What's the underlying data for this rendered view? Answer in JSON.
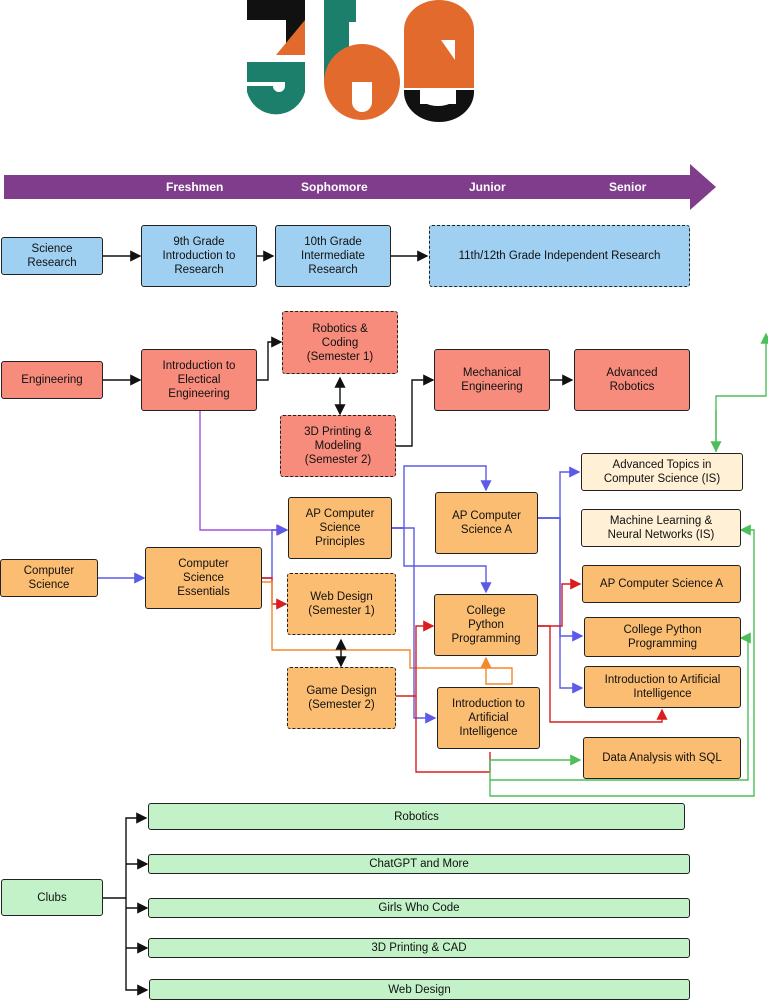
{
  "logo": {
    "text": "360",
    "colors": {
      "teal": "#1b7f6b",
      "orange": "#e26a2c",
      "black": "#111111"
    }
  },
  "timeline": {
    "color": "#7f3d8c",
    "grades": [
      "Freshmen",
      "Sophomore",
      "Junior",
      "Senior"
    ]
  },
  "colors": {
    "research": "#9fd0f2",
    "engineering": "#f78c7c",
    "cs": "#fbbd71",
    "is_course": "#fff0d6",
    "clubs": "#c3f2c8",
    "arrow_black": "#111111",
    "arrow_blue": "#5b5be8",
    "arrow_purple": "#a64fe0",
    "arrow_orange": "#f28a2e",
    "arrow_red": "#d81e1e",
    "arrow_green": "#4cbf5a"
  },
  "research": {
    "start": "Science\nResearch",
    "grade9": "9th Grade\nIntroduction to\nResearch",
    "grade10": "10th Grade\nIntermediate\nResearch",
    "upper": "11th/12th Grade Independent Research"
  },
  "engineering": {
    "start": "Engineering",
    "intro": "Introduction to\nElectical\nEngineering",
    "robotics_coding": "Robotics &\nCoding\n(Semester 1)",
    "printing": "3D Printing &\nModeling\n(Semester 2)",
    "mechanical": "Mechanical\nEngineering",
    "advanced": "Advanced\nRobotics"
  },
  "cs": {
    "start": "Computer\nScience",
    "essentials": "Computer\nScience\nEssentials",
    "ap_principles": "AP Computer\nScience\nPrinciples",
    "web_design": "Web Design\n(Semester 1)",
    "game_design": "Game Design\n(Semester 2)",
    "ap_a": "AP Computer\nScience A",
    "python": "College\nPython\nProgramming",
    "ai": "Introduction to\nArtificial\nIntelligence",
    "adv_topics": "Advanced Topics in\nComputer Science (IS)",
    "ml": "Machine Learning &\nNeural Networks (IS)",
    "senior_ap_a": "AP Computer Science A",
    "senior_python": "College Python\nProgramming",
    "senior_ai": "Introduction to Artificial\nIntelligence",
    "sql": "Data Analysis with SQL"
  },
  "clubs": {
    "start": "Clubs",
    "items": [
      "Robotics",
      "ChatGPT and More",
      "Girls Who Code",
      "3D Printing & CAD",
      "Web Design"
    ]
  }
}
